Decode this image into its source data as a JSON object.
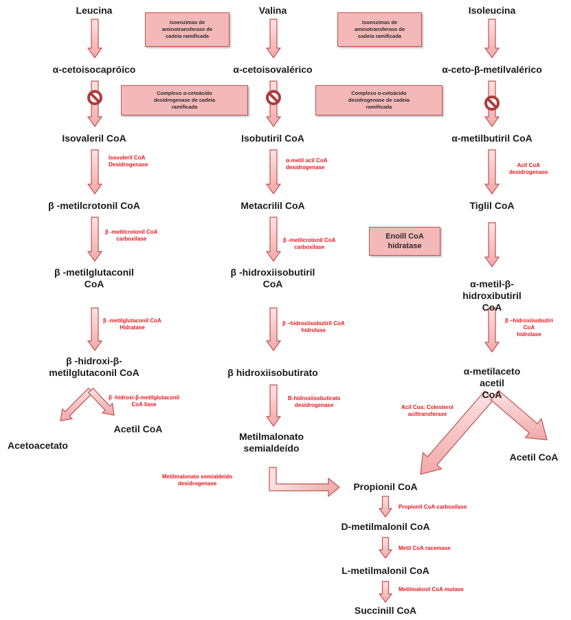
{
  "nodes": {
    "leucina": "Leucina",
    "valina": "Valina",
    "isoleucina": "Isoleucina",
    "ceto_isocaproico": "α-cetoisocapróico",
    "ceto_isovalerico": "α-cetoisovalérico",
    "ceto_metilvalerico": "α-ceto-β-metilvalérico",
    "isovaleril_coa": "Isovaleril CoA",
    "isobutiril_coa": "Isobutiril CoA",
    "metilbutiril_coa": "α-metilbutiril CoA",
    "metilcrotonil_coa": "β -metilcrotonil CoA",
    "metacrilil_coa": "Metacrilil CoA",
    "tiglil_coa": "Tiglil CoA",
    "metilglutaconil_coa": "β -metilglutaconil\nCoA",
    "hidroxiisobutiril_coa": "β -hidroxiisobutiril\nCoA",
    "metil_hidroxibutiril_coa": "α-metil-β-\nhidroxibutiril CoA",
    "hidroxi_metilglutaconil_coa": "β -hidroxi-β-\nmetilglutaconil CoA",
    "hidroxiisobutirato": "β hidroxiisobutirato",
    "metilaceto_acetil_coa": "α-metilaceto acetil\nCoA",
    "acetoacetato": "Acetoacetato",
    "acetil_coa_left": "Acetil CoA",
    "metilmalonato_semialdeido": "Metilmalonato\nsemialdeído",
    "acetil_coa_right": "Acetil CoA",
    "propionil_coa": "Propionil CoA",
    "d_metilmalonil_coa": "D-metilmalonil CoA",
    "l_metilmalonil_coa": "L-metilmalonil CoA",
    "succinil_coa": "Succinill CoA"
  },
  "boxes": {
    "aminotransferase": "Isoenzimas de\naminotransferase de\ncadeia ramificada",
    "desidrogenase_complex": "Complexo α-cetoácido\ndesidrogenase de cadeia\nramificada",
    "enoil_coa_hidratase": "Enoill CoA\nhidratase"
  },
  "enzymes": {
    "isovaleril_desidrogenase": "Isovaleril CoA\nDesidrogenase",
    "metil_acil_desidrogenase": "α-metil acil CoA\ndesidrogenase",
    "acil_desidrogenase": "Acil CoA\ndesidrogenase",
    "metilcrotonil_carboxilase_left": "β -metilcrotonil CoA\ncarboxilase",
    "metilcrotonil_carboxilase_mid": "β -metilcrotonil CoA\ncarboxilase",
    "metilglutaconil_hidratase": "β -metilglutaconil CoA\nHidratase",
    "hidroxiisobutiril_hidrolase_mid": "β –hidroxiisobutiril CoA\nhidrolase",
    "hidroxiisobutiril_hidrolase_right": "β –hidroxiisobutiri\nCoA\nhidrolase",
    "hmg_liase": "β -hidroxi-β-metilglutaconil\nCoA liase",
    "hidroxiisobutirato_desidrogenase": "B-hidroxiisobutirato\ndesidrogenase",
    "acil_colesterol_aciltransferase": "Acil Coa: Colesterol\naciltransferase",
    "metilmalonato_semialdeido_desidrogenase": "Metilmalonato semialdeído\ndesidrogenase",
    "propionil_carboxilase": "Propionil CoA  carboxilase",
    "metil_racemase": "Metil CoA racemase",
    "metilmalonil_mutase": "Metilmalonil CoA mutase"
  },
  "colors": {
    "arrow_fill": "#f4b4b4",
    "arrow_stroke": "#c0504d",
    "enzyme_text": "#e8141b",
    "box_fill": "#f4b8b8",
    "inhibit": "#c0504d"
  },
  "icons": [
    "inhibition-icon"
  ]
}
